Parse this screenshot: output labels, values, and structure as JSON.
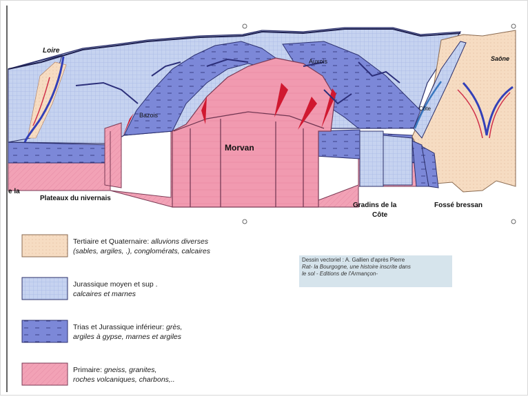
{
  "diagram": {
    "labels": {
      "loire": "Loire",
      "auxois": "Auxois",
      "saone": "Saône",
      "bazois": "Bazois",
      "cote": "Côte",
      "morvan": "Morvan",
      "left_edge": "e la",
      "plateaux": "Plateaux du nivernais",
      "gradins_line1": "Gradins de la",
      "gradins_line2": "Côte",
      "fosse": "Fossé bressan"
    }
  },
  "legend": [
    {
      "title": "Tertiaire et Quaternaire:",
      "detail_line1": "alluvions diverses",
      "detail_line2": "(sables, argiles, .), conglomérats, calcaires",
      "color": "#f4dcc4"
    },
    {
      "title": "Jurassique moyen et sup .",
      "detail_line1": "",
      "detail_line2": "calcaires et marnes",
      "color": "#c8d4f0"
    },
    {
      "title": "Trias et Jurassique inférieur:",
      "detail_line1": "grès,",
      "detail_line2": "argiles à gypse, marnes et argiles",
      "color": "#7a86d6"
    },
    {
      "title": "Primaire:",
      "detail_line1": "gneiss, granites,",
      "detail_line2": "roches volcaniques, charbons,..",
      "color": "#f0a0b4"
    }
  ],
  "credit": {
    "lead": "Dessin vectoriel : A. Gallien d'après Pierre",
    "line2": "Rat- la Bourgogne, une histoire inscrite dans",
    "line3": "le sol - Editions de l'Armançon-"
  }
}
